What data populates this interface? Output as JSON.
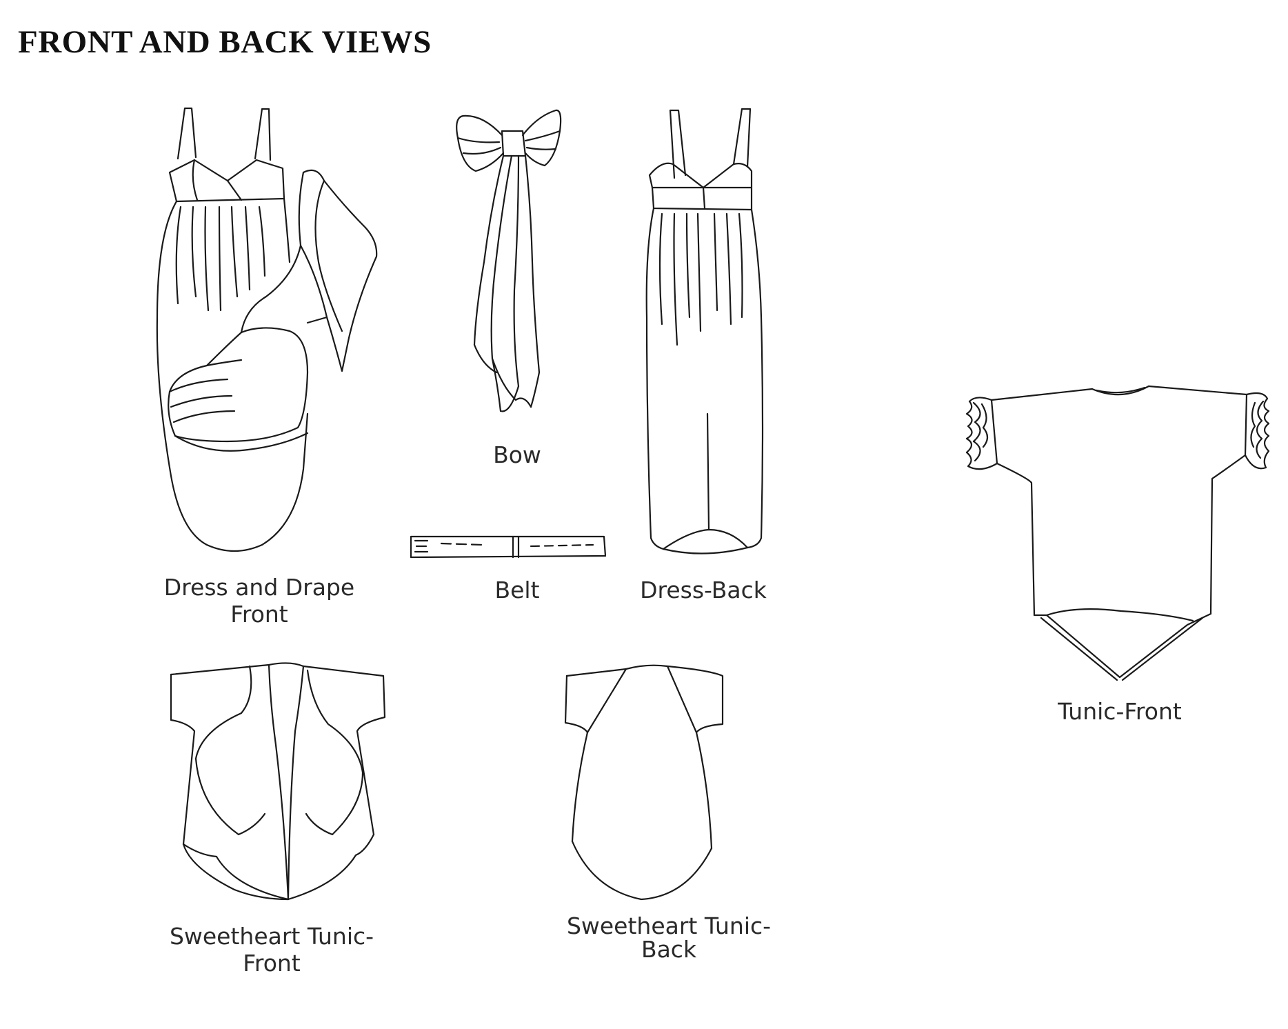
{
  "title": "FRONT AND BACK VIEWS",
  "figures": [
    {
      "id": "dress-drape-front",
      "lines": [
        "Dress and Drape",
        "Front"
      ]
    },
    {
      "id": "bow",
      "lines": [
        "Bow"
      ]
    },
    {
      "id": "belt",
      "lines": [
        "Belt"
      ]
    },
    {
      "id": "dress-back",
      "lines": [
        "Dress-Back"
      ]
    },
    {
      "id": "tunic-front",
      "lines": [
        "Tunic-Front"
      ]
    },
    {
      "id": "sweetheart-tunic-front",
      "lines": [
        "Sweetheart Tunic-",
        "Front"
      ]
    },
    {
      "id": "sweetheart-tunic-back",
      "lines": [
        "Sweetheart Tunic-",
        "Back"
      ]
    }
  ],
  "colors": {
    "ink": "#1a1a1a",
    "caption": "#2a2a2a",
    "background": "#ffffff"
  }
}
